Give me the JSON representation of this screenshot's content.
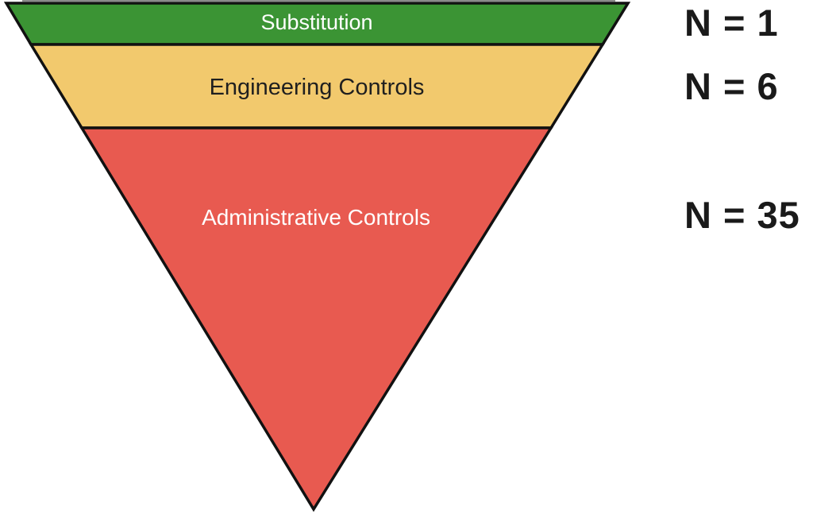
{
  "figure": {
    "title": "hierarchy-of-controls-inverted-pyramid",
    "background": "#FFFFFF",
    "border_color": "#111111",
    "levels": [
      {
        "id": "substitution",
        "label": "Substitution",
        "count_label": "N = 1",
        "value": 1,
        "fill": "#3B9434",
        "label_color": "#FFFFFF"
      },
      {
        "id": "engineering-controls",
        "label": "Engineering Controls",
        "count_label": "N = 6",
        "value": 6,
        "fill": "#F2C96D",
        "label_color": "#1F1F1F"
      },
      {
        "id": "administrative-controls",
        "label": "Administrative Controls",
        "count_label": "N = 35",
        "value": 35,
        "fill": "#E85A50",
        "label_color": "#FFFFFF"
      }
    ]
  },
  "chart_data": {
    "type": "funnel",
    "categories": [
      "Substitution",
      "Engineering Controls",
      "Administrative Controls"
    ],
    "values": [
      1,
      6,
      35
    ],
    "value_labels": [
      "N = 1",
      "N = 6",
      "N = 35"
    ],
    "title": "",
    "orientation": "inverted-pyramid",
    "colors": [
      "#3B9434",
      "#F2C96D",
      "#E85A50"
    ]
  }
}
